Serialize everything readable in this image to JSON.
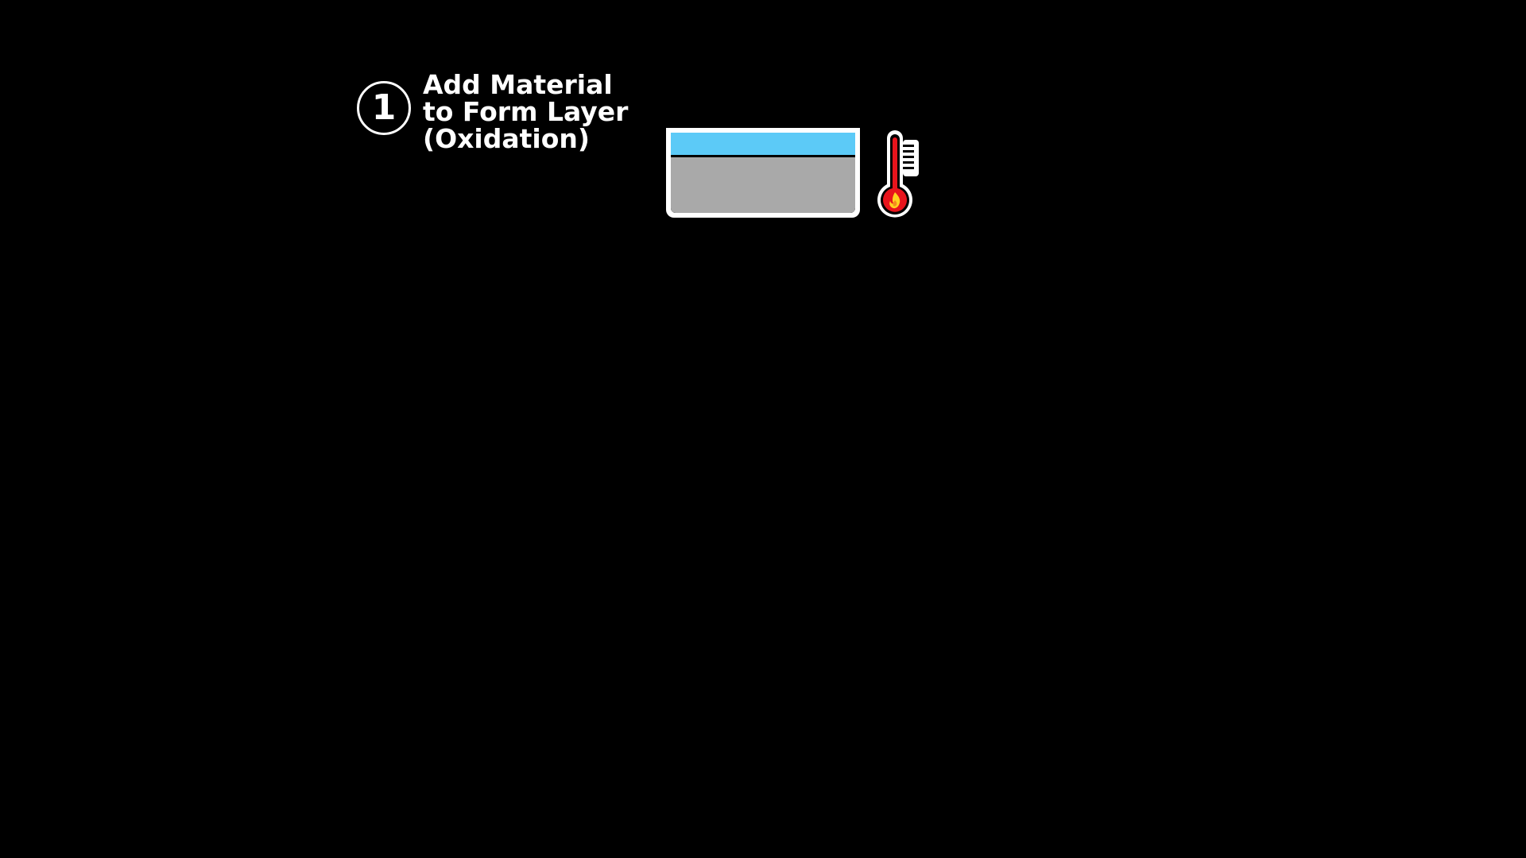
{
  "step": {
    "number": "1",
    "label_lines": [
      "Add Material",
      "to Form Layer",
      "(Oxidation)"
    ]
  },
  "illustration": {
    "wafer": {
      "layer_color": "#5ccaf7",
      "substrate_color": "#a9a9a9",
      "outline_color": "#ffffff"
    },
    "thermometer": {
      "icon": "thermometer-flame-icon",
      "mercury_color": "#e8141c",
      "flame_color": "#ffd21f"
    }
  },
  "background_color": "#000000"
}
